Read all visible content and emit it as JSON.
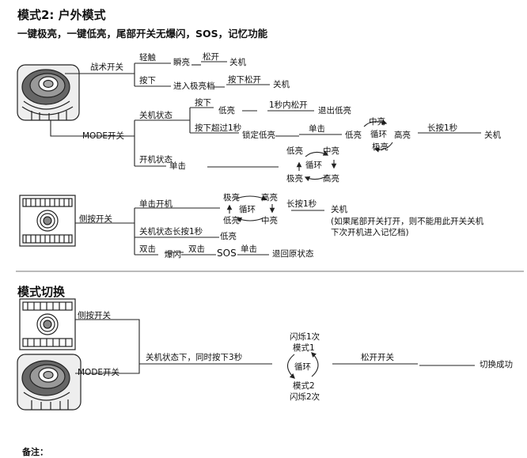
{
  "mode2": {
    "title": "模式2: 户外模式",
    "subtitle": "一键极亮，一键低亮，尾部开关无爆闪，SOS，记忆功能"
  },
  "tail": {
    "switch_label": "战术开关",
    "light_touch": "轻触",
    "momentary": "瞬亮",
    "release": "松开",
    "off": "关机",
    "press": "按下",
    "enter_turbo": "进入极亮档",
    "press_release": "按下松开",
    "off2": "关机"
  },
  "mode_btn": {
    "label": "MODE开关",
    "off_state": "关机状态",
    "press": "按下",
    "low": "低亮",
    "release_1s": "1秒内松开",
    "exit_low": "退出低亮",
    "press_over_1s": "按下超过1秒",
    "lock_low": "锁定低亮",
    "click": "单击",
    "cycle_low": "低亮",
    "cycle_mid": "中亮",
    "cycle_high": "高亮",
    "cycle_turbo": "极亮",
    "cycle_word": "循环",
    "hold_1s": "长按1秒",
    "off": "关机",
    "on_state": "开机状态",
    "click2": "单击",
    "c2_low": "低亮",
    "c2_mid": "中亮",
    "c2_turbo": "极亮",
    "c2_high": "高亮",
    "c2_word": "循环"
  },
  "side": {
    "label": "侧按开关",
    "click_on": "单击开机",
    "c_turbo": "极亮",
    "c_high": "高亮",
    "c_low": "低亮",
    "c_mid": "中亮",
    "c_word": "循环",
    "hold_1s": "长按1秒",
    "off": "关机",
    "note1": "(如果尾部开关打开，则不能用此开关关机",
    "note2": "下次开机进入记忆档)",
    "off_hold": "关机状态长按1秒",
    "low": "低亮",
    "double": "双击",
    "strobe": "爆闪",
    "double2": "双击",
    "sos": "SOS",
    "single": "单击",
    "restore": "退回原状态"
  },
  "switch": {
    "title": "模式切换",
    "side_label": "侧按开关",
    "mode_label": "MODE开关",
    "cond": "关机状态下，同时按下3秒",
    "flash1": "闪烁1次",
    "mode1": "模式1",
    "cycle": "循环",
    "mode2": "模式2",
    "flash2": "闪烁2次",
    "release": "松开开关",
    "success": "切换成功"
  },
  "remarks": {
    "title": "备注："
  },
  "colors": {
    "line": "#222222",
    "separator": "#bbbbbb"
  }
}
